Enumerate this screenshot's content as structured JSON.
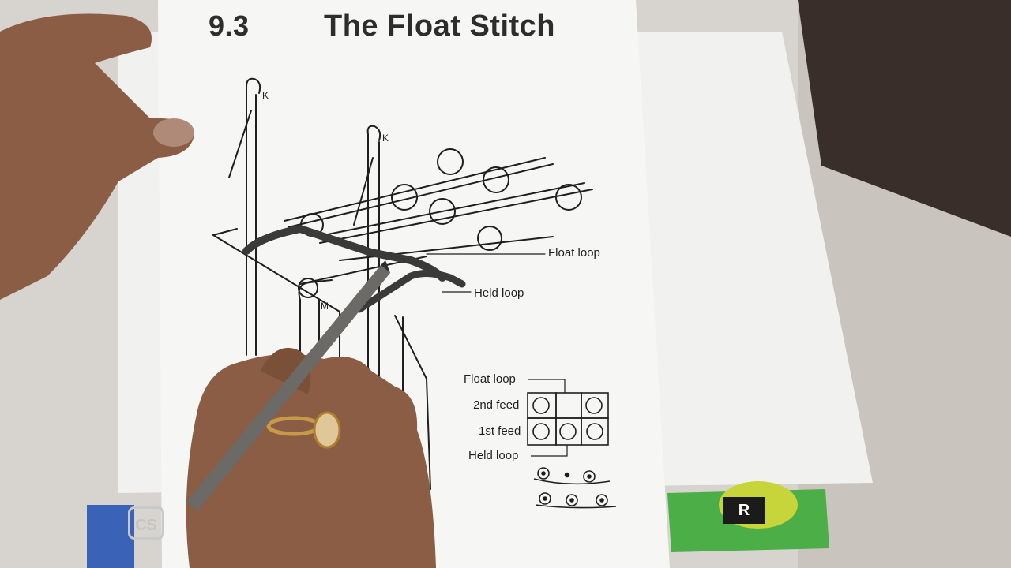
{
  "page": {
    "section_number": "9.3",
    "title": "The Float Stitch"
  },
  "diagram": {
    "needle_label_left": "K",
    "needle_label_right": "K",
    "sinker_label": "M",
    "float_loop_label": "Float loop",
    "held_loop_label": "Held loop"
  },
  "notation": {
    "float_loop": "Float loop",
    "second_feed": "2nd feed",
    "first_feed": "1st feed",
    "held_loop": "Held loop"
  },
  "watermark": "CS",
  "book_cover_letter": "R",
  "colors": {
    "paper": "#f4f4f2",
    "ink": "#1f1f1f",
    "skin": "#8a5d44",
    "book_green": "#4cae47"
  }
}
